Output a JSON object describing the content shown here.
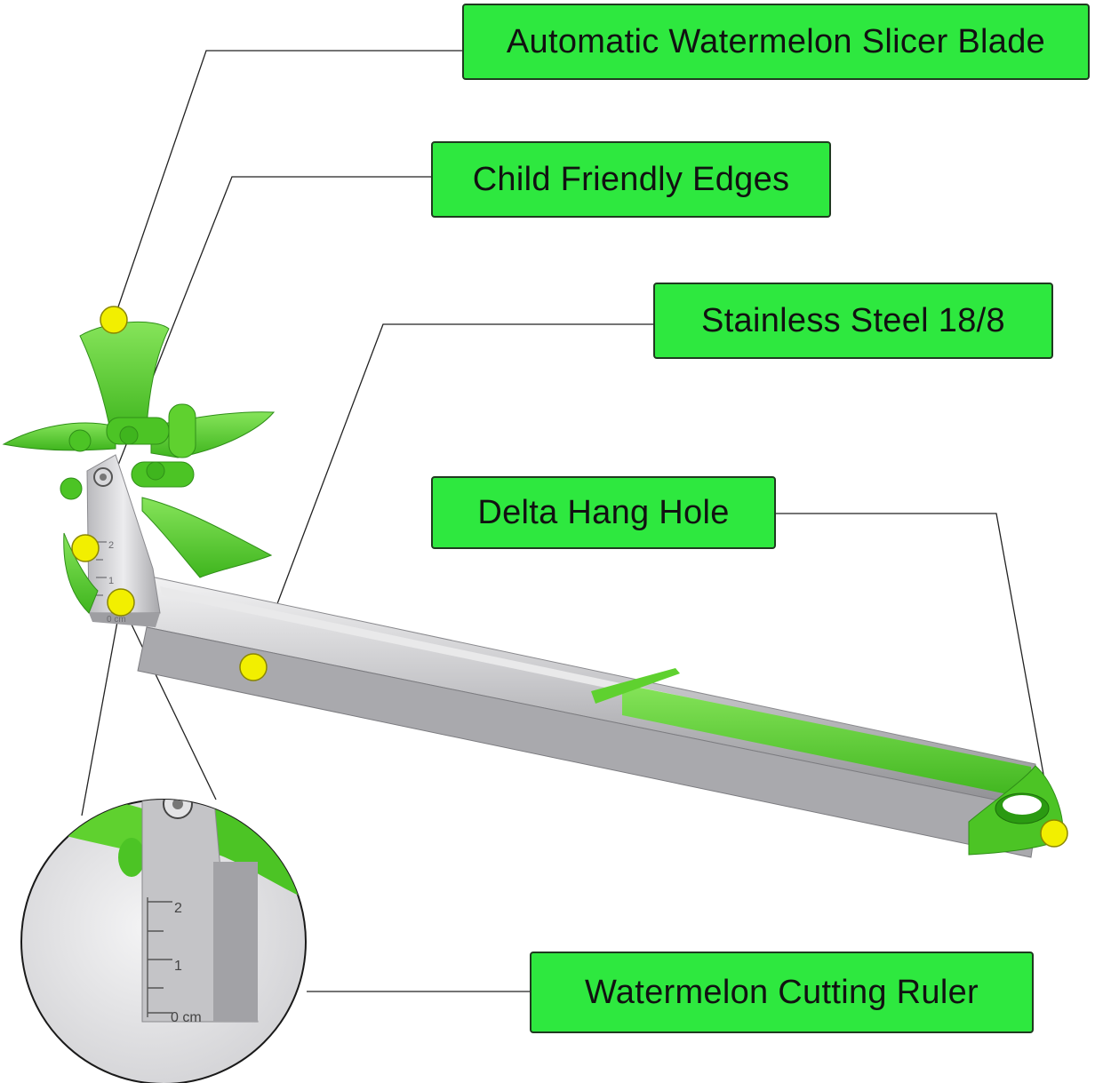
{
  "callouts": {
    "blade": "Automatic Watermelon Slicer Blade",
    "edges": "Child Friendly Edges",
    "steel": "Stainless Steel 18/8",
    "hole": "Delta Hang Hole",
    "ruler": "Watermelon Cutting Ruler"
  },
  "ruler_marks": {
    "two": "2",
    "one": "1",
    "zero": "0 cm"
  },
  "inset_ruler_marks": {
    "two": "2",
    "one": "1",
    "zero": "0 cm"
  },
  "colors": {
    "label_green": "#2ee83f",
    "product_green": "#5fd12f",
    "steel": "#c9c9cc",
    "marker_yellow": "#f2ef00"
  }
}
